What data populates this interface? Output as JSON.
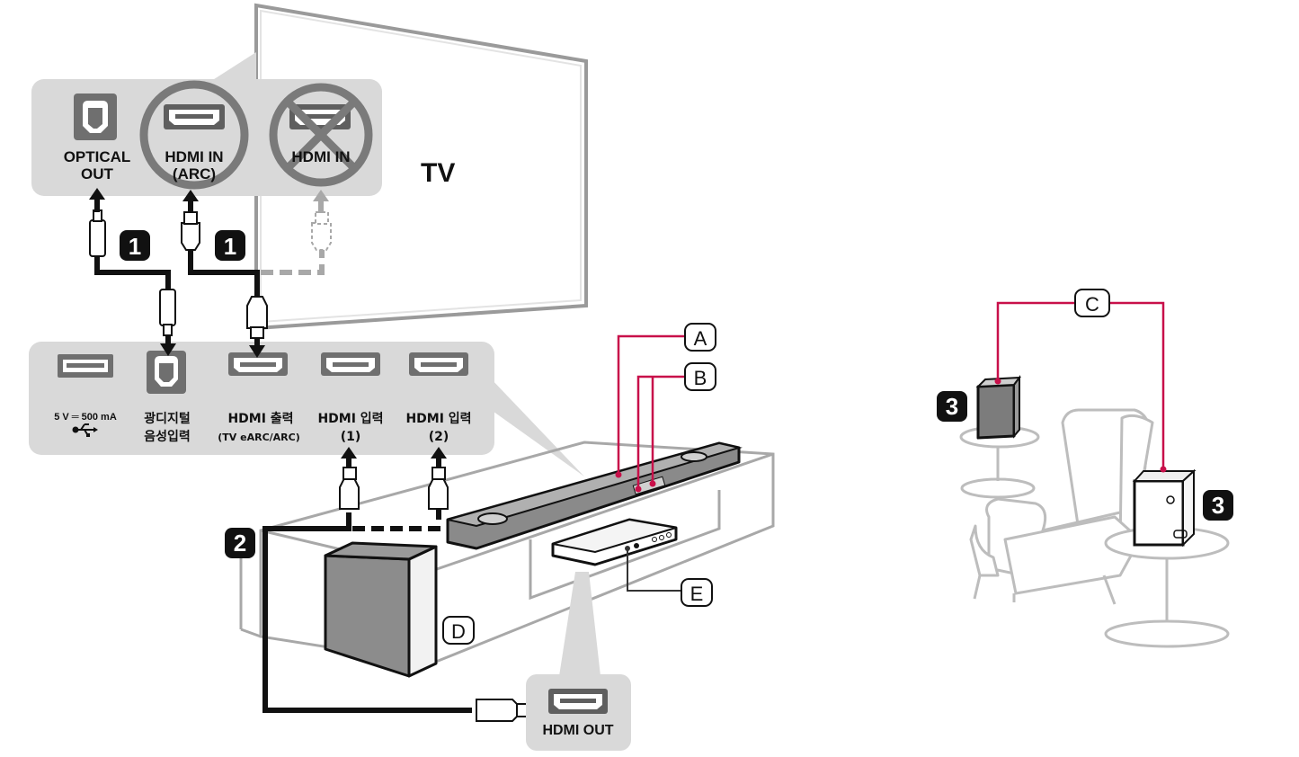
{
  "tv": {
    "label": "TV",
    "ports": [
      {
        "label": "OPTICAL",
        "sub": "OUT"
      },
      {
        "label": "HDMI IN",
        "sub": "(ARC)"
      },
      {
        "label": "HDMI IN",
        "sub": ""
      }
    ]
  },
  "soundbar": {
    "ports": [
      {
        "label": "5 V ═ 500 mA",
        "sub": ""
      },
      {
        "label": "광디지털",
        "sub": "음성입력"
      },
      {
        "label": "HDMI 출력",
        "sub": "(TV eARC/ARC)"
      },
      {
        "label": "HDMI 입력",
        "sub": "(1)"
      },
      {
        "label": "HDMI 입력",
        "sub": "(2)"
      }
    ]
  },
  "source_device": {
    "port_label": "HDMI OUT"
  },
  "steps": {
    "one": "1",
    "two": "2",
    "three": "3"
  },
  "callouts": {
    "a": "A",
    "b": "B",
    "c": "C",
    "d": "D",
    "e": "E"
  },
  "colors": {
    "accent": "#c8104a",
    "panel": "#d9d9d9",
    "tv_frame": "#9a9a9a",
    "cable": "#111111",
    "port": "#6f6f6f"
  }
}
